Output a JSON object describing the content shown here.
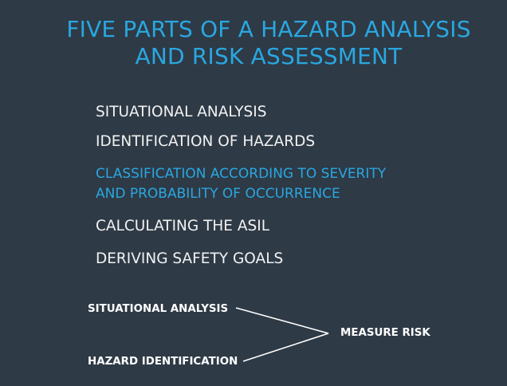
{
  "title": {
    "line1": "FIVE PARTS OF A HAZARD ANALYSIS",
    "line2": "AND RISK ASSESSMENT"
  },
  "parts": [
    {
      "label": "SITUATIONAL ANALYSIS"
    },
    {
      "label": "IDENTIFICATION OF HAZARDS"
    },
    {
      "label": "CLASSIFICATION ACCORDING TO SEVERITY",
      "label2": "AND PROBABILITY OF OCCURRENCE",
      "highlighted": true
    },
    {
      "label": "CALCULATING THE ASIL"
    },
    {
      "label": "DERIVING SAFETY GOALS"
    }
  ],
  "diagram": {
    "input_1": "SITUATIONAL ANALYSIS",
    "input_2": "HAZARD IDENTIFICATION",
    "output": "MEASURE RISK"
  },
  "colors": {
    "background": "#2e3a46",
    "accent": "#2aa7e0",
    "text": "#f2f2f2"
  }
}
